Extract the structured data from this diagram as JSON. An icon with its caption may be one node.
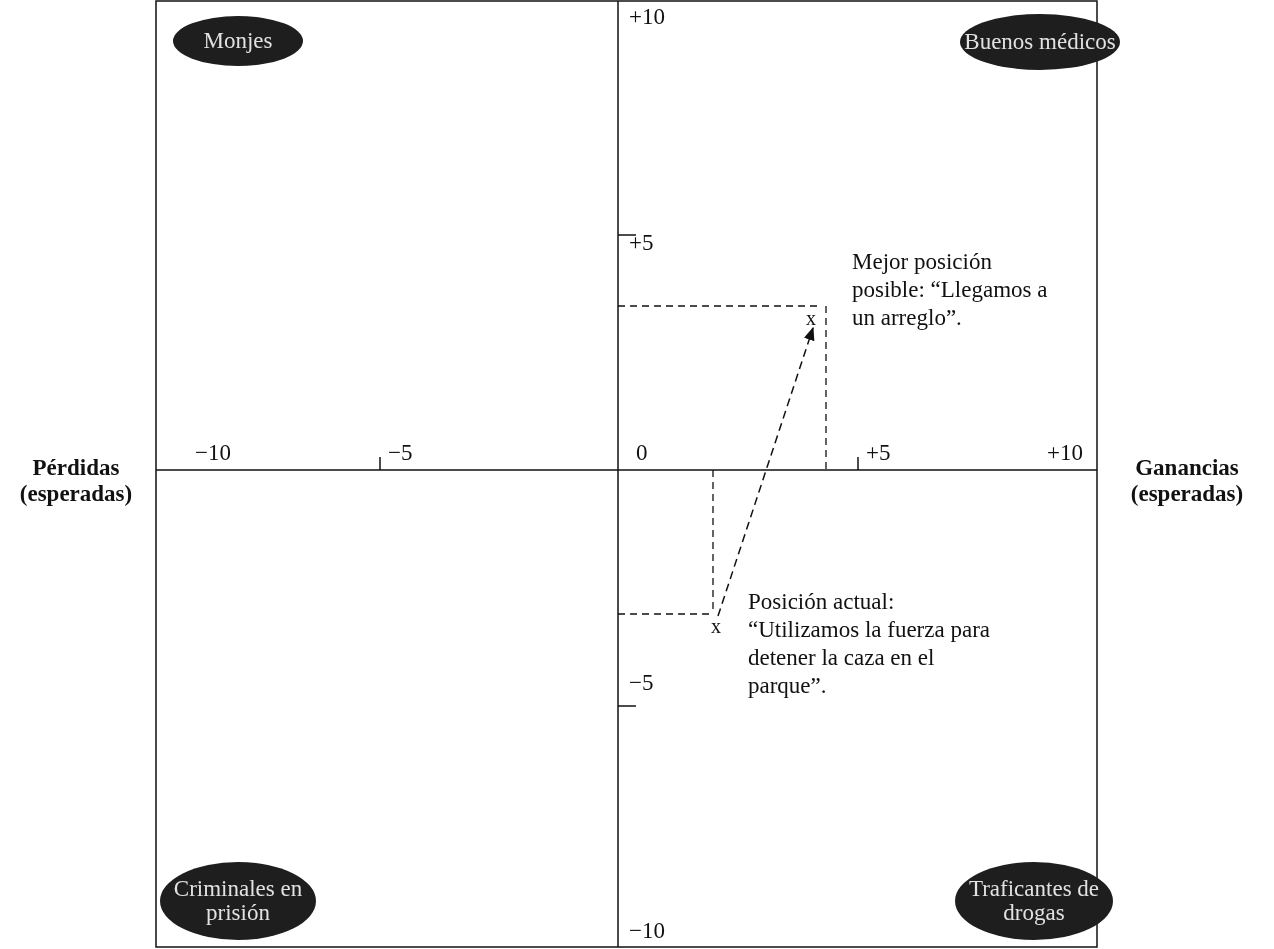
{
  "diagram": {
    "nodes": [
      {
        "text": [
          "Monjes"
        ]
      },
      {
        "text": [
          "Buenos médicos"
        ]
      },
      {
        "text": [
          "x"
        ],
        "beside": [
          "Mejor posición posible: “Llegamos a un arreglo”."
        ]
      },
      {
        "text": [
          "x"
        ],
        "beside": [
          "Posición actual: “Utilizamos la fuerza para detener la caza en el parque”."
        ]
      },
      {
        "text": [
          "Criminales en prisión"
        ]
      },
      {
        "text": [
          "Traficantes de drogas"
        ]
      }
    ],
    "edges": [
      {
        "from": 3,
        "to": 2,
        "arrow": "to",
        "style": "dashed"
      }
    ],
    "labels": [
      "+10",
      "+5",
      "Pérdidas (esperadas)",
      "−10",
      "−5",
      "0",
      "+5",
      "+10",
      "Ganancias (esperadas)",
      "−5",
      "−10"
    ]
  }
}
